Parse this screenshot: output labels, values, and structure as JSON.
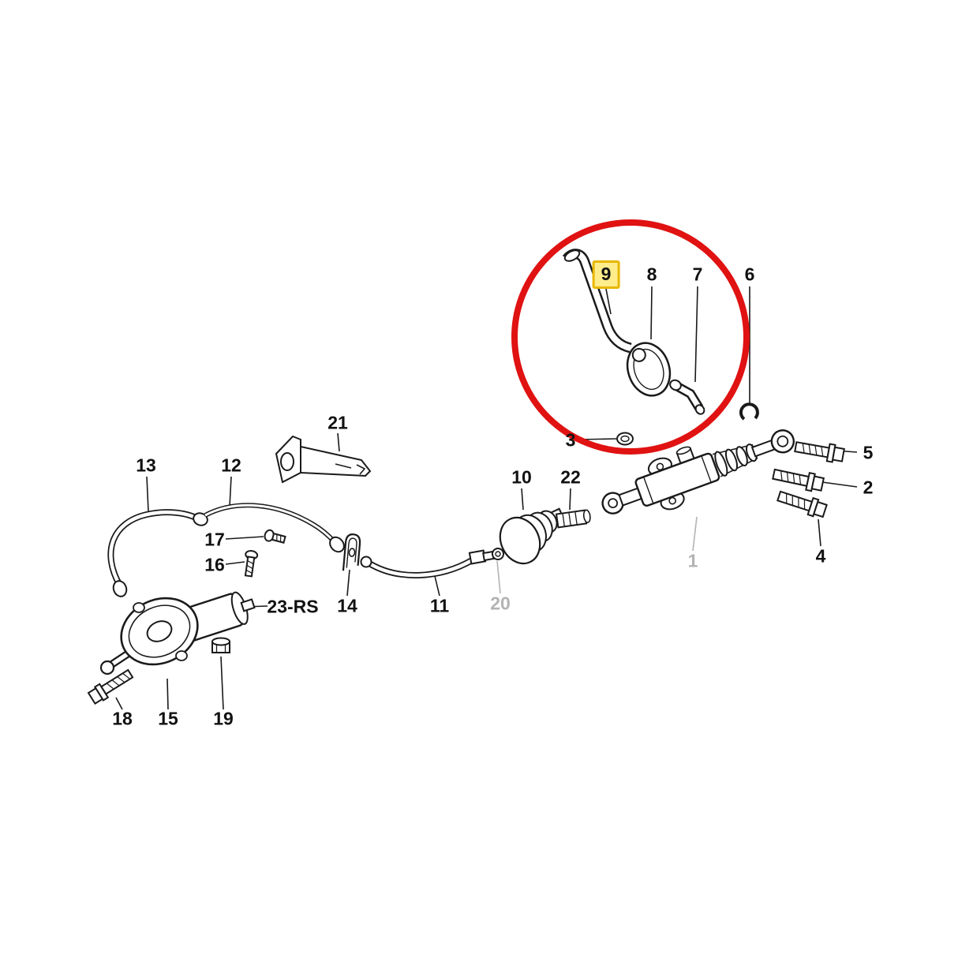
{
  "diagram": {
    "description": "Exploded parts diagram of a clutch hydraulic system (master and slave cylinder) with numbered callouts",
    "highlighted_part": "9",
    "colors": {
      "highlight_circle": "#e01212",
      "highlight_box_border": "#e8b703",
      "highlight_box_fill": "#ffec8a",
      "muted_label": "#b3b3b3",
      "line_art": "#1a1a1a"
    }
  },
  "labels": {
    "p1": "1",
    "p2": "2",
    "p3": "3",
    "p4": "4",
    "p5": "5",
    "p6": "6",
    "p7": "7",
    "p8": "8",
    "p9": "9",
    "p10": "10",
    "p11": "11",
    "p12": "12",
    "p13": "13",
    "p14": "14",
    "p15": "15",
    "p16": "16",
    "p17": "17",
    "p18": "18",
    "p19": "19",
    "p20": "20",
    "p21": "21",
    "p22": "22",
    "p23rs": "23-RS"
  }
}
